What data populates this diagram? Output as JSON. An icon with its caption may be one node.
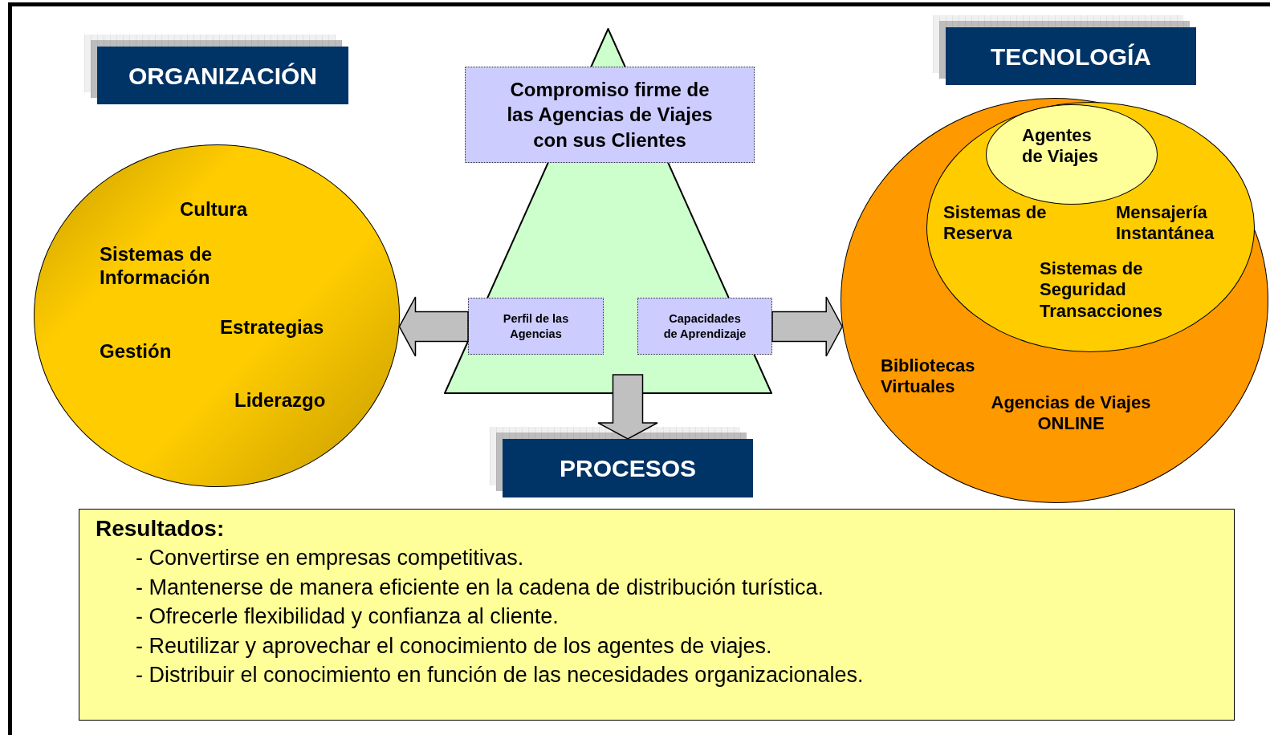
{
  "diagram": {
    "nodes": [
      {
        "text": [
          "ORGANIZACIÓN"
        ]
      },
      {
        "text": [
          "Cultura",
          "Sistemas de Información",
          "Estrategias",
          "Gestión",
          "Liderazgo"
        ]
      },
      {
        "text": [],
        "shape": "triangle"
      },
      {
        "text": [
          "Compromiso firme de las Agencias de Viajes con sus Clientes"
        ],
        "in": 2
      },
      {
        "text": [
          "Perfil de las Agencias"
        ],
        "in": 2
      },
      {
        "text": [
          "Capacidades de Aprendizaje"
        ],
        "in": 2
      },
      {
        "text": [
          "TECNOLOGÍA"
        ]
      },
      {
        "text": [
          "Bibliotecas Virtuales",
          "Agencias de Viajes ONLINE"
        ]
      },
      {
        "text": [
          "Sistemas de Reserva",
          "Mensajería Instantánea",
          "Sistemas de Seguridad Transacciones"
        ],
        "in": 7
      },
      {
        "text": [
          "Agentes de Viajes"
        ],
        "in": 8
      },
      {
        "text": [
          "PROCESOS"
        ]
      },
      {
        "text": [
          "Resultados:",
          "- Convertirse en empresas competitivas.",
          "- Mantenerse de manera eficiente en la cadena de distribución turística.",
          "- Ofrecerle flexibilidad y confianza al cliente.",
          "- Reutilizar y aprovechar el conocimiento de los agentes de viajes.",
          "- Distribuir el conocimiento en función de las necesidades organizacionales."
        ]
      }
    ],
    "edges": [
      {
        "from": 4,
        "to": 1,
        "arrow": "to"
      },
      {
        "from": 5,
        "to": 7,
        "arrow": "to"
      },
      {
        "from": 2,
        "to": 10,
        "arrow": "to"
      }
    ]
  }
}
